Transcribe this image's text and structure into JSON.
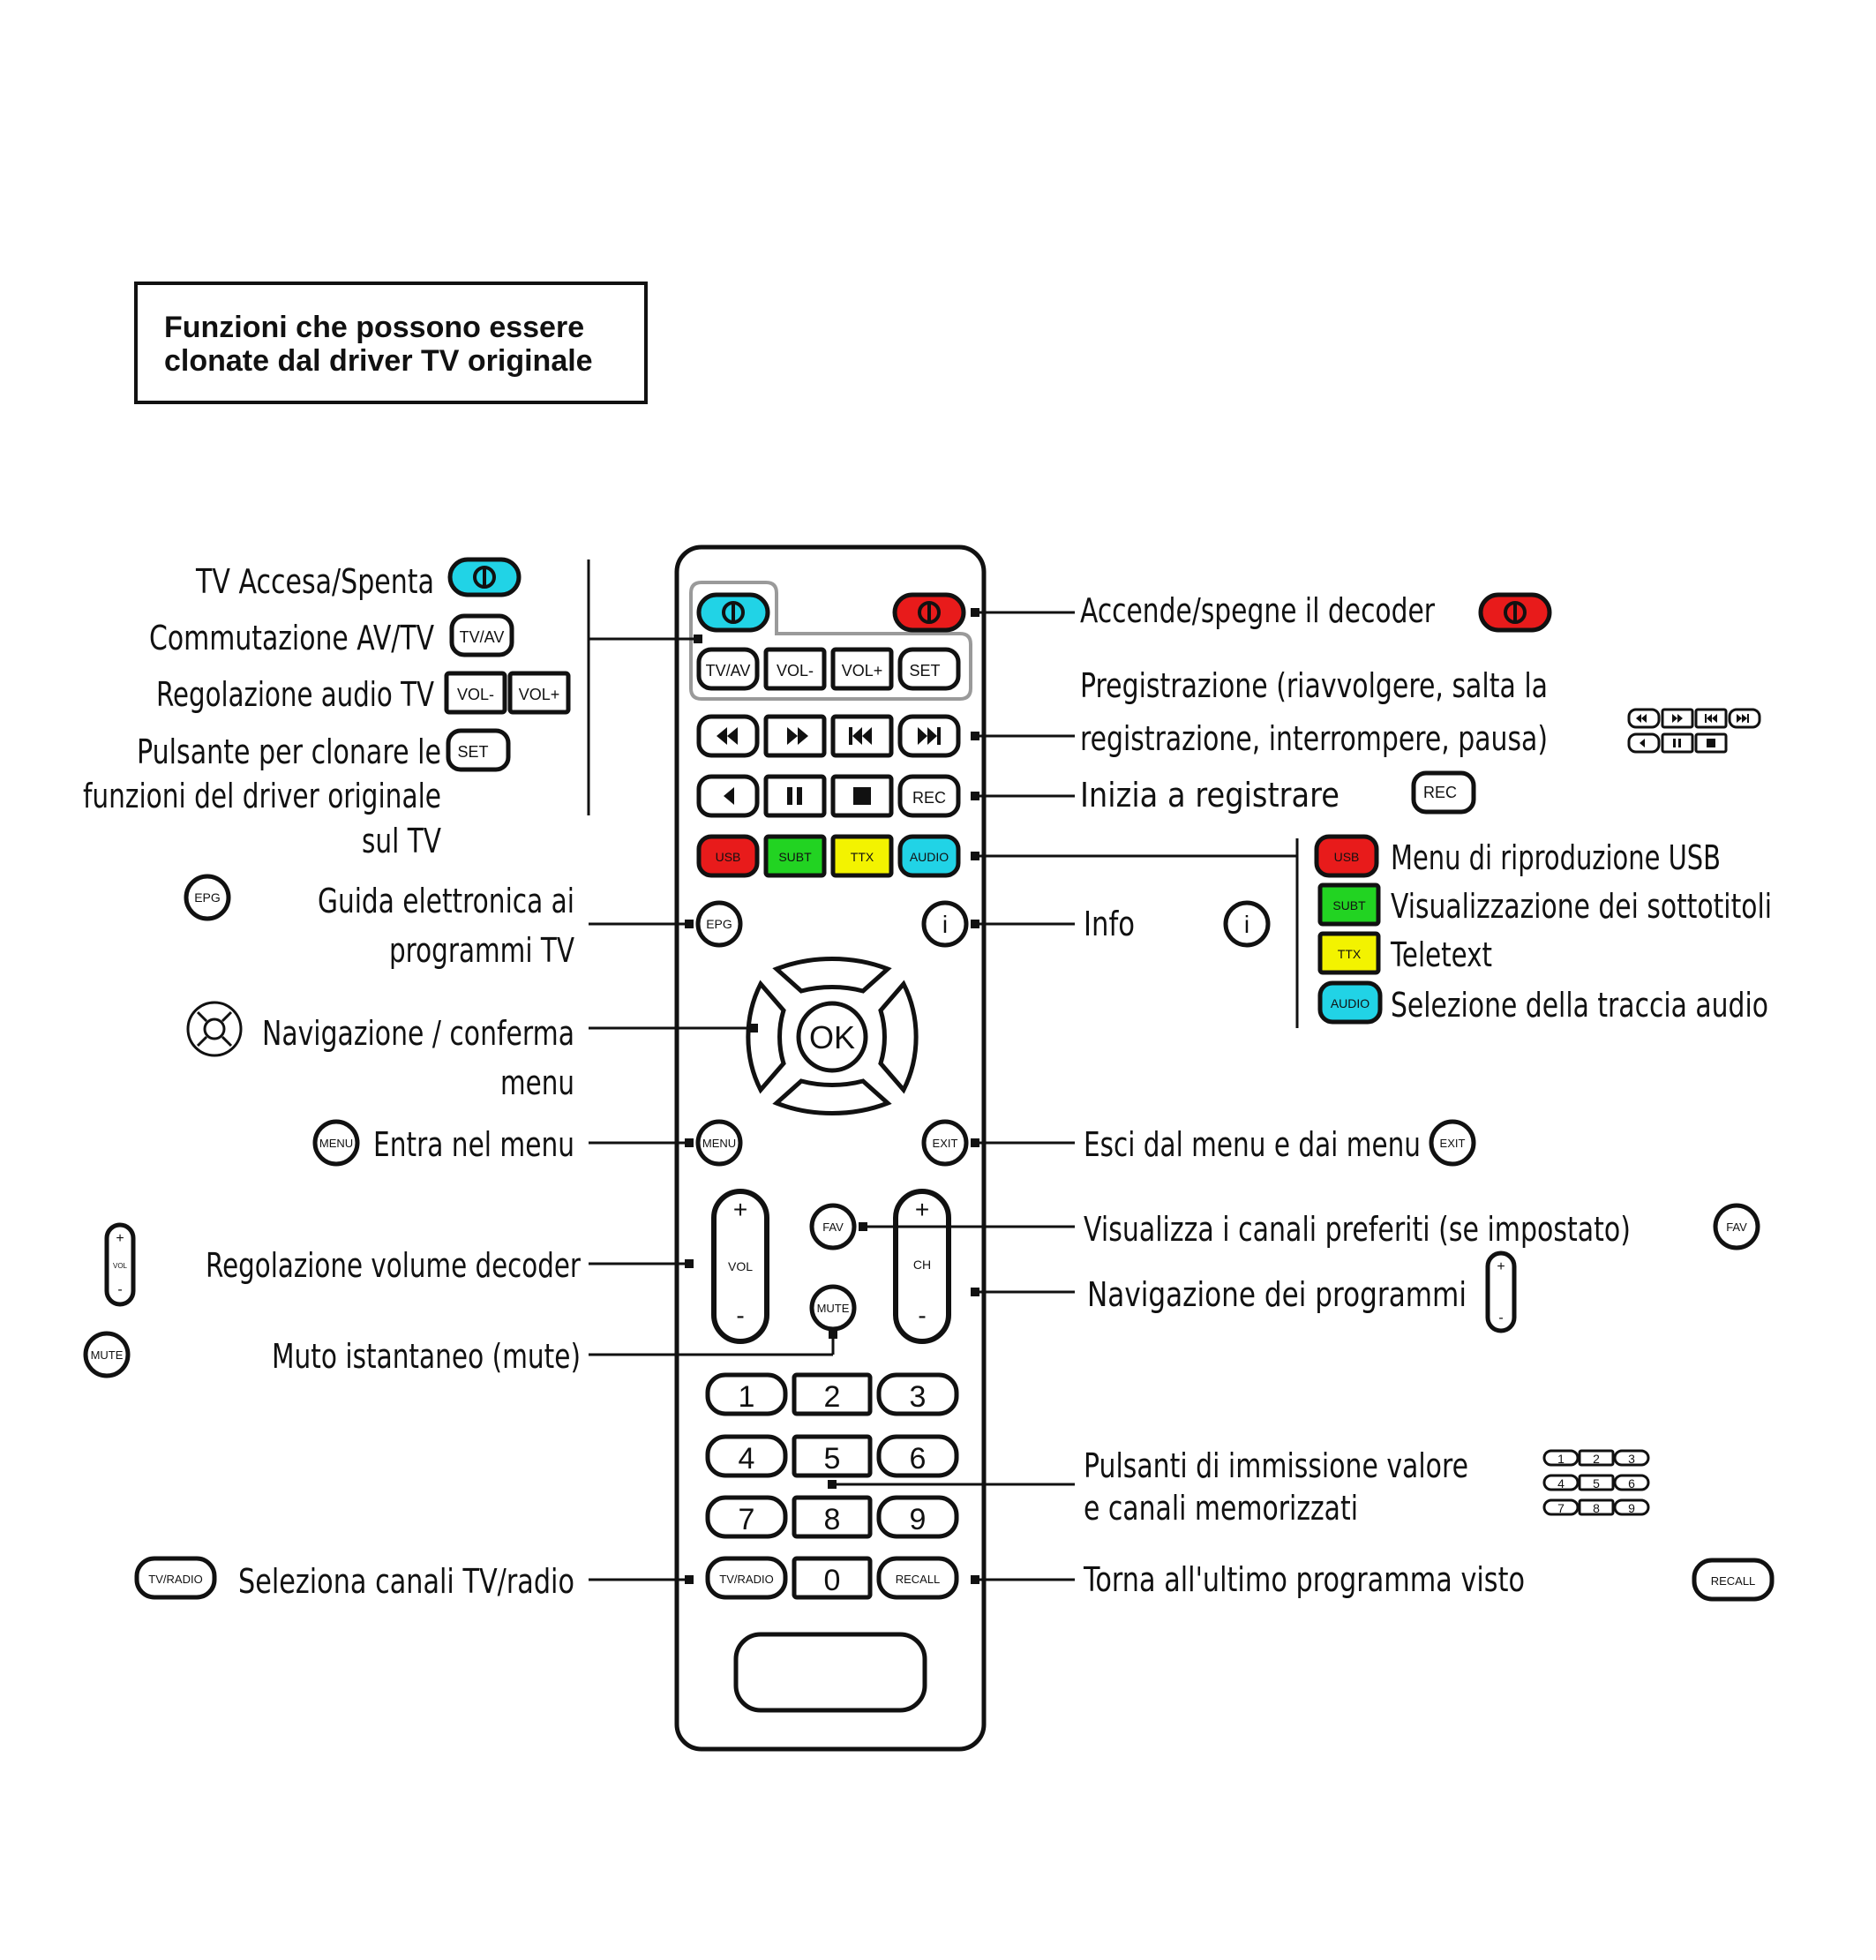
{
  "title": {
    "line1": "Funzioni  che  possono  essere",
    "line2": "clonate dal driver TV originale"
  },
  "remote": {
    "tv_av": "TV/AV",
    "vol_minus": "VOL-",
    "vol_plus": "VOL+",
    "set": "SET",
    "rec": "REC",
    "usb": "USB",
    "subt": "SUBT",
    "ttx": "TTX",
    "audio": "AUDIO",
    "epg": "EPG",
    "info": "i",
    "ok": "OK",
    "menu": "MENU",
    "exit": "EXIT",
    "fav": "FAV",
    "mute": "MUTE",
    "vol": "VOL",
    "ch": "CH",
    "plus": "+",
    "minus": "-",
    "digits": [
      "1",
      "2",
      "3",
      "4",
      "5",
      "6",
      "7",
      "8",
      "9",
      "0"
    ],
    "tv_radio": "TV/RADIO",
    "recall": "RECALL"
  },
  "labels": {
    "tv_power": "TV Accesa/Spenta",
    "av_switch": "Commutazione AV/TV",
    "tv_audio": "Regolazione audio TV",
    "clone1": "Pulsante per clonare le",
    "clone2": "funzioni del driver originale",
    "clone3": "sul TV",
    "epg1": "Guida elettronica ai",
    "epg2": "programmi TV",
    "nav1": "Navigazione / conferma",
    "nav2": "menu",
    "menu": "Entra nel menu",
    "volume": "Regolazione volume decoder",
    "mute": "Muto istantaneo (mute)",
    "tvradio": "Seleziona canali TV/radio",
    "decoder_power": "Accende/spegne il decoder",
    "rec1": "Pregistrazione (riavvolgere, salta la",
    "rec2": "registrazione, interrompere, pausa)",
    "start_rec": "Inizia   a   registrare",
    "usb": "Menu di riproduzione USB",
    "subt": "Visualizzazione dei sottotitoli",
    "ttx": "Teletext",
    "audio": "Selezione della traccia audio",
    "info": "Info",
    "exit": "Esci dal menu e dai menu",
    "fav": "Visualizza i canali preferiti (se impostato)",
    "prog": "Navigazione   dei   programmi",
    "num1": "Pulsanti di immissione valore",
    "num2": "e canali memorizzati",
    "recall": "Torna all'ultimo programma visto"
  },
  "colors": {
    "cyan": "#21D3E6",
    "red": "#E81B1B",
    "green": "#22D322",
    "yellow": "#F3F300",
    "ink": "#111111"
  },
  "icons": [
    "power-icon",
    "rewind-icon",
    "fast-forward-icon",
    "skip-back-icon",
    "skip-forward-icon",
    "step-back-icon",
    "pause-icon",
    "stop-icon",
    "dpad-icon"
  ]
}
